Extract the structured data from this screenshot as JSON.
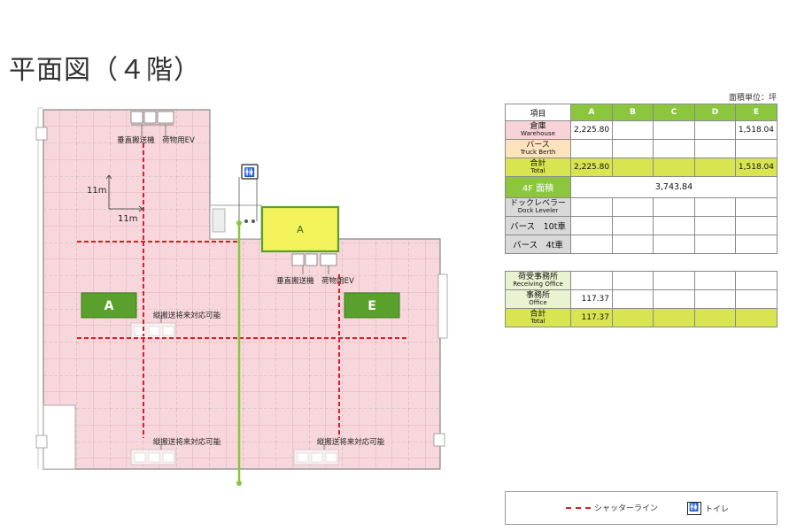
{
  "title": "平面図（４階）",
  "unit_note": "面積単位：坪",
  "plan": {
    "dimension_vertical": "11m",
    "dimension_horizontal": "11m",
    "zone_a_label": "A",
    "zone_a_small_label": "A",
    "zone_e_label": "E",
    "lift_label_top": "垂直搬送機　荷物用EV",
    "lift_label_mid": "垂直搬送機　荷物用EV",
    "future_lift_label_1": "縦搬送将来対応可能",
    "future_lift_label_2": "縦搬送将来対応可能",
    "future_lift_label_3": "縦搬送将来対応可能",
    "colors": {
      "zone_fill": "#f8d7dc",
      "zone_green": "#5aa02c",
      "highlight_yellow": "#f4f25b",
      "shutter_red": "#d61f26",
      "path_green": "#8cc63f"
    }
  },
  "area_table": {
    "headers": [
      "項目",
      "A",
      "B",
      "C",
      "D",
      "E"
    ],
    "warehouse": {
      "ja": "倉庫",
      "en": "Warehouse",
      "values": [
        "2,225.80",
        "",
        "",
        "",
        "1,518.04"
      ]
    },
    "berth": {
      "ja": "バース",
      "en": "Truck Berth",
      "values": [
        "",
        "",
        "",
        "",
        ""
      ]
    },
    "total": {
      "ja": "合計",
      "en": "Total",
      "values": [
        "2,225.80",
        "",
        "",
        "",
        "1,518.04"
      ]
    },
    "floor_area": {
      "label": "4F 面積",
      "value": "3,743.84"
    },
    "dock_leveler": {
      "ja": "ドックレベラー",
      "en": "Dock Leveler"
    },
    "berth_10t": {
      "label": "バース　10t車"
    },
    "berth_4t": {
      "label": "バース　4t車"
    }
  },
  "office_table": {
    "receiving": {
      "ja": "荷受事務所",
      "en": "Receiving Office"
    },
    "office": {
      "ja": "事務所",
      "en": "Office",
      "value": "117.37"
    },
    "total": {
      "ja": "合計",
      "en": "Total",
      "value": "117.37"
    }
  },
  "legend": {
    "shutter_line": "シャッターライン",
    "toilet": "トイレ"
  }
}
